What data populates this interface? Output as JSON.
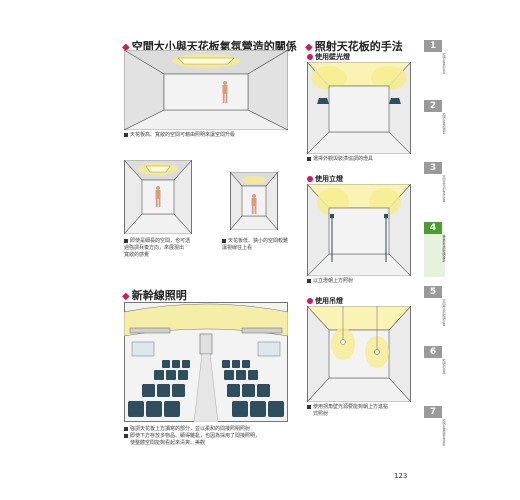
{
  "left": {
    "section1": {
      "title": "空間大小與天花板氣氛營造的關係",
      "caption_a": "天花板高、寬敞的空間可藉由照明來讓空間升級",
      "caption_b": [
        "即使是細長的空間，也可透",
        "過強調兵奏方向，來展現出",
        "寬敞的感覺"
      ],
      "caption_c": [
        "天花板低、狹小的空間較難",
        "讓視線往上看"
      ]
    },
    "section2": {
      "title": "新幹線照明",
      "caption": [
        "強調天花板上方讀寫的部分，並以柔和的間接照明照射",
        "即使下方存放多物品、顯得雜亂，也因為採用了間接照明，",
        "使整體空間能夠看起來清爽、美觀"
      ]
    }
  },
  "right": {
    "title": "照射天花板的手法",
    "items": [
      {
        "label": "使用壁光燈",
        "caption": "選擇外觀與裝潢協調的燈具"
      },
      {
        "label": "使用立燈",
        "caption": "以立燈朝上方照射"
      },
      {
        "label": "使用吊燈",
        "caption": [
          "使用拐角壁光源要能夠朝上方進點",
          "式照射"
        ]
      }
    ]
  },
  "tabs": [
    {
      "num": "1",
      "label": "照明計畫的基本"
    },
    {
      "num": "2",
      "label": "照明計畫的類型"
    },
    {
      "num": "3",
      "label": "空間與光的有效計畫"
    },
    {
      "num": "4",
      "label": "營造氣氛的照明設計",
      "active": true
    },
    {
      "num": "5",
      "label": "空間用途的照明計畫"
    },
    {
      "num": "6",
      "label": "照明的道具"
    },
    {
      "num": "7",
      "label": "照明計畫與參考資料"
    }
  ],
  "page_number": "123",
  "colors": {
    "accent": "#d3165d",
    "light": "#f6ec8f",
    "wall": "#e9e9e9",
    "tab_active": "#4a9e2e",
    "seat": "#2f4f5e"
  }
}
